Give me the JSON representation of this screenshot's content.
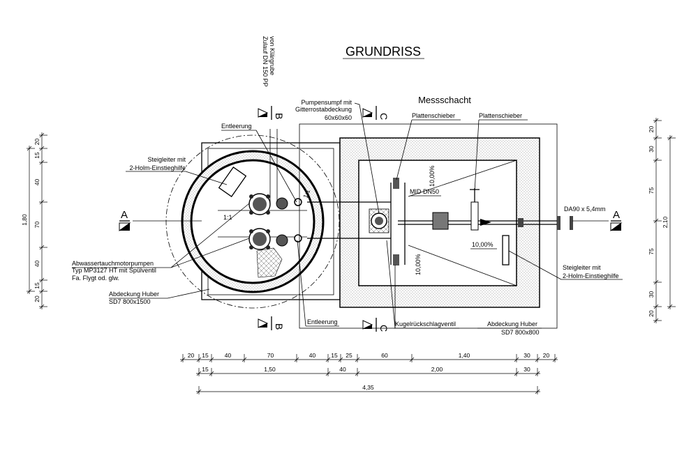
{
  "title": "GRUNDRISS",
  "messschacht_title": "Messschacht",
  "zulauf": {
    "line1": "Zulauf DN 150 PP",
    "line2": "von Klärgrube"
  },
  "section_markers": {
    "a": "A",
    "b": "B",
    "c": "C"
  },
  "labels": {
    "pumpensumpf": {
      "line1": "Pumpensumpf mit",
      "line2": "Gitterrostabdeckung",
      "line3": "60x60x60"
    },
    "entleerung": "Entleerung",
    "steigleiter_left": {
      "line1": "Steigleiter mit",
      "line2": "2-Holm-Einstieghilfe"
    },
    "plattenschieber": "Plattenschieber",
    "mid": "MID DN50",
    "da": "DA90 x 5,4mm",
    "abwasser": {
      "line1": "Abwassertauchmotorpumpen",
      "line2": "Typ MP3127 HT mit Spülventil",
      "line3": "Fa. Flygt od. glw."
    },
    "abdeckung_left": {
      "line1": "Abdeckung Huber",
      "line2": "SD7 800x1500"
    },
    "kugel": "Kugelrückschlagventil",
    "abdeckung_right": {
      "line1": "Abdeckung Huber",
      "line2": "SD7 800x800"
    },
    "steigleiter_right": {
      "line1": "Steigleiter mit",
      "line2": "2-Holm-Einstieghilfe"
    },
    "slope": "1:1",
    "gefaelle": "10,00%"
  },
  "dimensions": {
    "bottom_row1": [
      "20",
      "15",
      "40",
      "70",
      "40",
      "15",
      "25",
      "60",
      "1,40",
      "30",
      "20"
    ],
    "bottom_row2": [
      "15",
      "1,50",
      "40",
      "2,00",
      "30"
    ],
    "bottom_total": "4,35",
    "left_segments": [
      "20",
      "15",
      "40",
      "70",
      "40",
      "15",
      "20"
    ],
    "left_total": "1,80",
    "right_segments": [
      "20",
      "30",
      "75",
      "75",
      "30",
      "20"
    ],
    "right_total": "2,10"
  }
}
